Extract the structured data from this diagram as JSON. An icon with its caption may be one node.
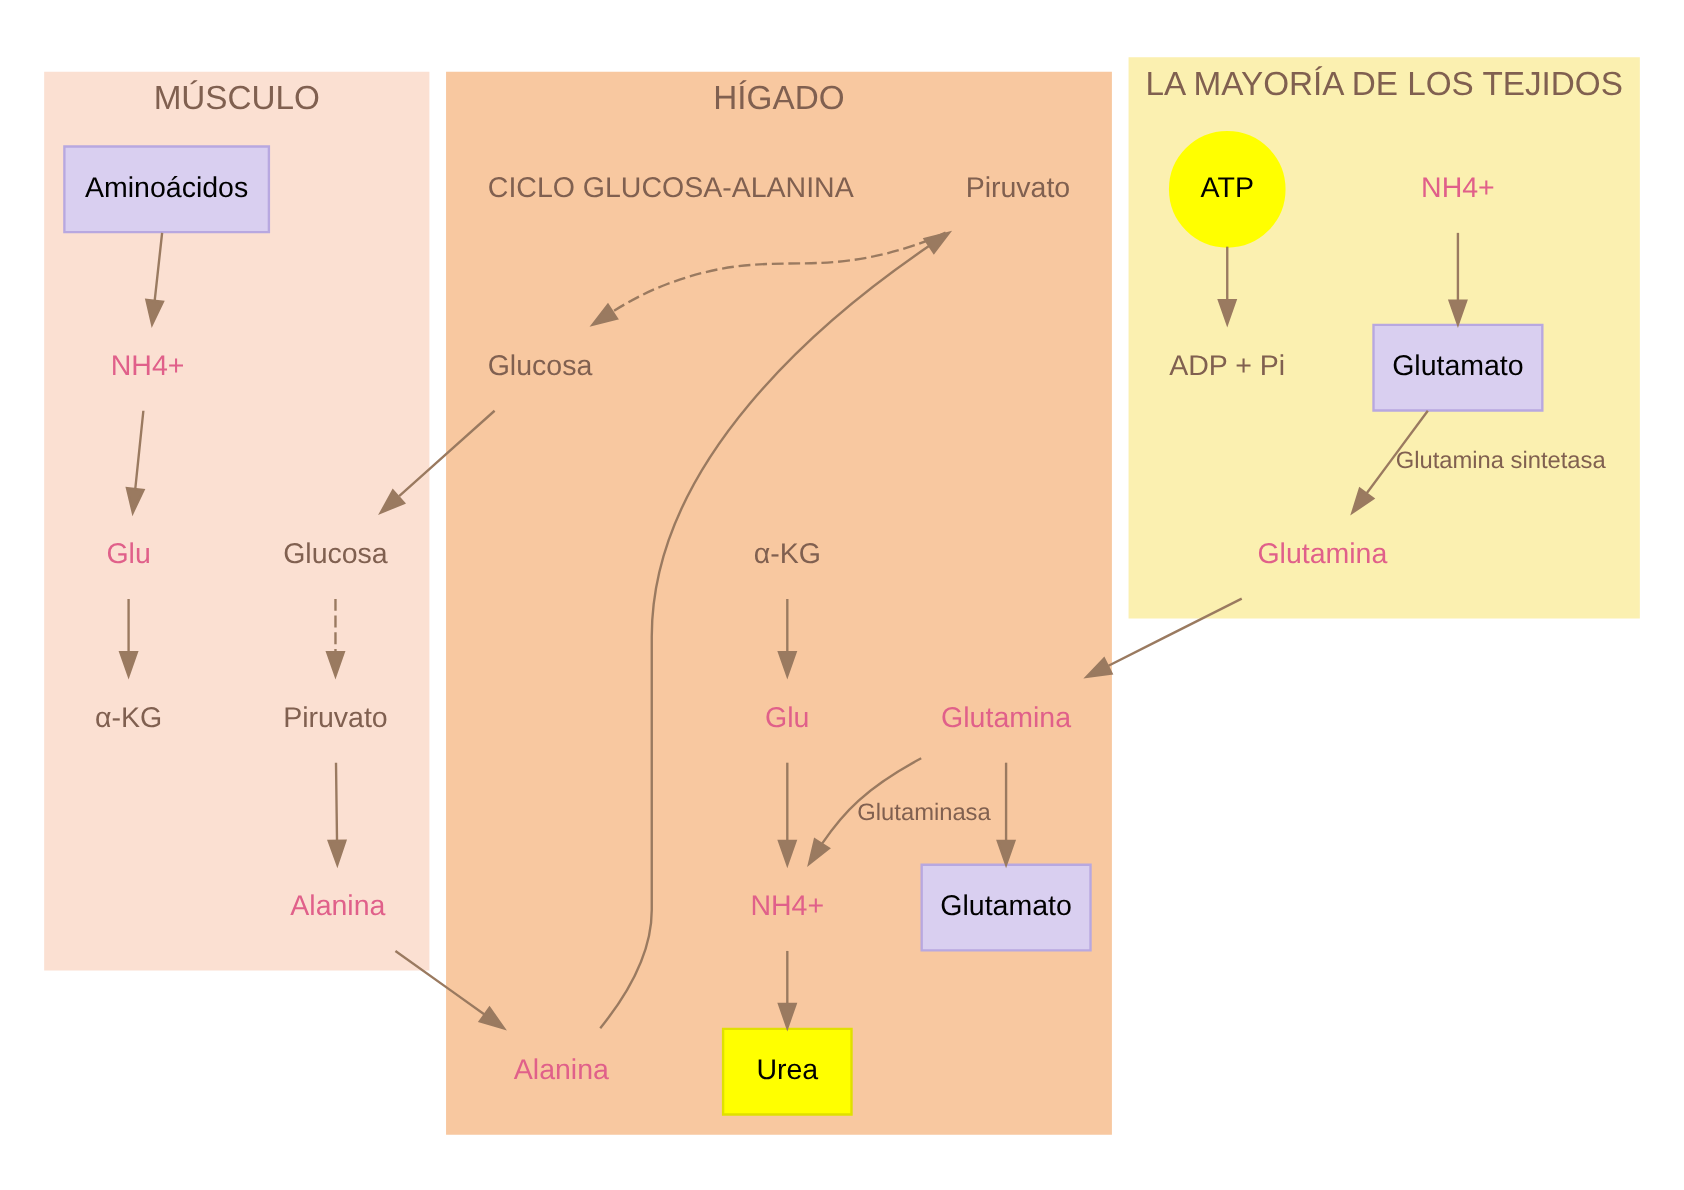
{
  "diagram": {
    "nodes": [
      {
        "text": [
          "LA MAYORÍA DE LOS TEJIDOS"
        ]
      },
      {
        "text": [
          "Glutamato"
        ],
        "in": 0
      },
      {
        "text": [
          "NH4+"
        ],
        "in": 0
      },
      {
        "text": [
          "ATP"
        ],
        "in": 0
      },
      {
        "text": [
          "ADP + Pi"
        ],
        "in": 0
      },
      {
        "text": [
          "Glutamina"
        ],
        "in": 0
      },
      {
        "text": [
          "HÍGADO"
        ]
      },
      {
        "text": [
          "Glutamato"
        ],
        "in": 6
      },
      {
        "text": [
          "Urea"
        ],
        "in": 6
      },
      {
        "text": [
          "NH4+"
        ],
        "in": 6
      },
      {
        "text": [
          "Glutamina"
        ],
        "in": 6
      },
      {
        "text": [
          "Glu"
        ],
        "in": 6
      },
      {
        "text": [
          "α-KG"
        ],
        "in": 6
      },
      {
        "text": [
          "Piruvato"
        ],
        "in": 6
      },
      {
        "text": [
          "Alanina"
        ],
        "in": 6
      },
      {
        "text": [
          "Glucosa"
        ],
        "in": 6
      },
      {
        "text": [
          "MÚSCULO"
        ]
      },
      {
        "text": [
          "Aminoácidos"
        ],
        "in": 16
      },
      {
        "text": [
          "NH4+"
        ],
        "in": 16
      },
      {
        "text": [
          "α-KG"
        ],
        "in": 16
      },
      {
        "text": [
          "Glu"
        ],
        "in": 16
      },
      {
        "text": [
          "Alanina"
        ],
        "in": 16
      },
      {
        "text": [
          "Piruvato"
        ],
        "in": 16
      },
      {
        "text": [
          "Glucosa"
        ],
        "in": 16
      }
    ],
    "edges": [
      {
        "from": 2,
        "to": 1,
        "arrow": "to"
      },
      {
        "from": 1,
        "to": 5,
        "arrow": "to",
        "label": "Glutamina sintetasa"
      },
      {
        "from": 3,
        "to": 4,
        "arrow": "to"
      },
      {
        "from": 5,
        "to": 10,
        "arrow": "to"
      },
      {
        "from": 10,
        "to": 7,
        "arrow": "to"
      },
      {
        "from": 10,
        "to": 9,
        "arrow": "to",
        "label": "Glutaminasa"
      },
      {
        "from": 9,
        "to": 8,
        "arrow": "to"
      },
      {
        "from": 11,
        "to": 9,
        "arrow": "to"
      },
      {
        "from": 12,
        "to": 11,
        "arrow": "to"
      },
      {
        "from": 14,
        "to": 13,
        "arrow": "to"
      },
      {
        "from": 13,
        "to": 15,
        "arrow": "to",
        "style": "dashed"
      },
      {
        "from": 15,
        "to": 23,
        "arrow": "to"
      },
      {
        "from": 21,
        "to": 14,
        "arrow": "to"
      },
      {
        "from": 17,
        "to": 18,
        "arrow": "to"
      },
      {
        "from": 18,
        "to": 20,
        "arrow": "to"
      },
      {
        "from": 20,
        "to": 19,
        "arrow": "to"
      },
      {
        "from": 22,
        "to": 21,
        "arrow": "to"
      },
      {
        "from": 23,
        "to": 22,
        "arrow": "to",
        "style": "dashed"
      }
    ],
    "labels": [
      "CICLO GLUCOSA-ALANINA"
    ]
  }
}
